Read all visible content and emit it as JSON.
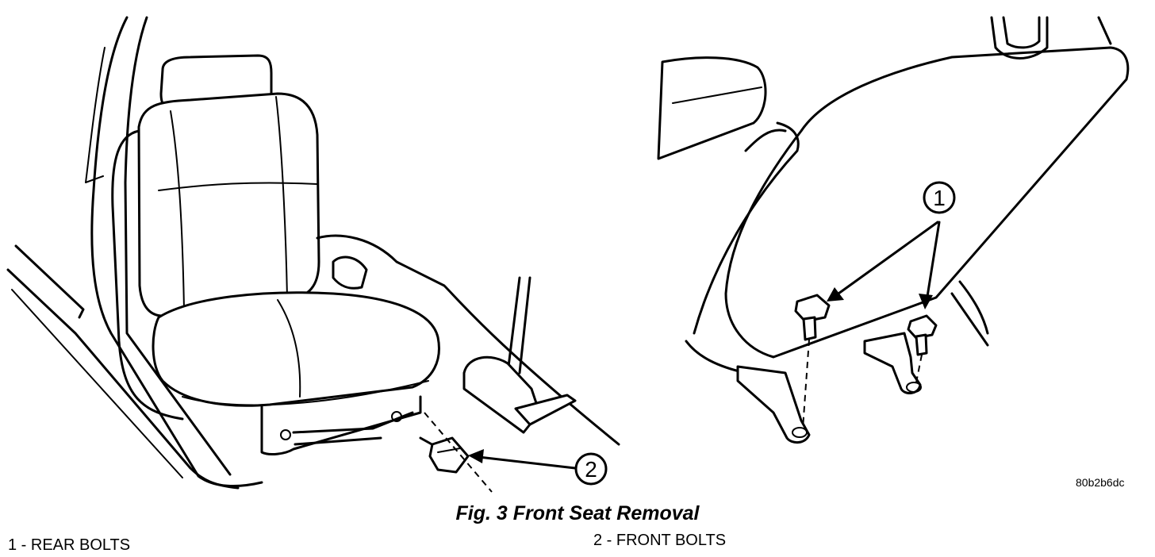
{
  "figure": {
    "caption": "Fig. 3 Front Seat Removal",
    "image_code": "80b2b6dc"
  },
  "callouts": {
    "one": "1",
    "two": "2"
  },
  "legend": [
    {
      "text": "1 - REAR BOLTS"
    },
    {
      "text": "2 - FRONT BOLTS"
    }
  ]
}
